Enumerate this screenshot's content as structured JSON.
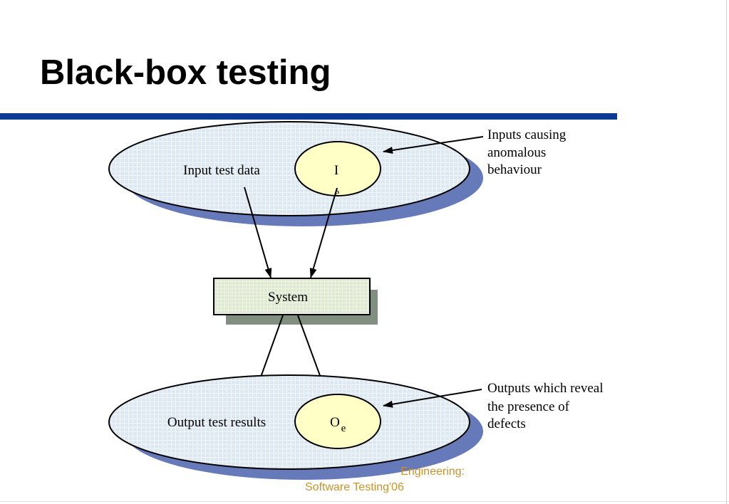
{
  "title": "Black-box testing",
  "diagram": {
    "input_set_label": "Input test data",
    "input_subset_label": "I",
    "input_subset_subscript": "e",
    "input_annotation": [
      "Inputs causing",
      "anomalous",
      "behaviour"
    ],
    "system_label": "System",
    "output_set_label": "Output test results",
    "output_subset_label": "O",
    "output_subset_subscript": "e",
    "output_annotation": [
      "Outputs which reveal",
      "the presence of",
      "defects"
    ]
  },
  "footer": {
    "line1": "Engineering:",
    "line2": "Software Testing'06"
  },
  "colors": {
    "title_rule": "#0b3a96",
    "ellipse_shadow": "#6679b8",
    "ellipse_fill": "#dce8f3",
    "subset_fill": "#ffffc6",
    "system_fill": "#dfe9d2",
    "system_shadow": "#808f80",
    "footer_text": "#c9932a"
  }
}
